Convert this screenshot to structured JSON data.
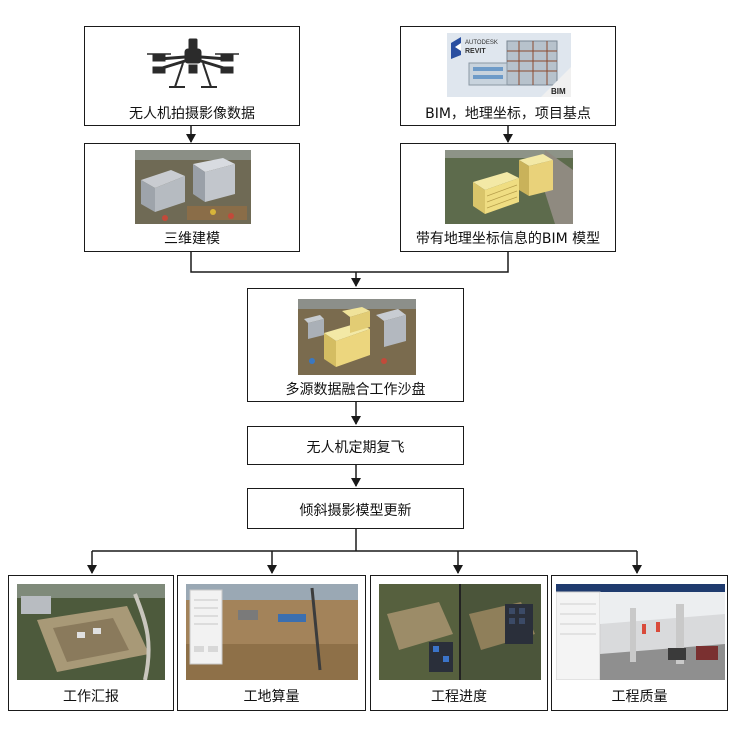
{
  "nodes": {
    "drone_capture": {
      "label": "无人机拍摄影像数据"
    },
    "bim_input": {
      "label": "BIM，地理坐标，项目基点",
      "logo_text": [
        "AUTODESK",
        "REVIT",
        "BIM"
      ]
    },
    "three_d_model": {
      "label": "三维建模"
    },
    "geo_bim_model": {
      "label": "带有地理坐标信息的BIM 模型"
    },
    "sandbox": {
      "label": "多源数据融合工作沙盘"
    },
    "reflight": {
      "label": "无人机定期复飞"
    },
    "model_update": {
      "label": "倾斜摄影模型更新"
    },
    "work_report": {
      "label": "工作汇报"
    },
    "site_quantity": {
      "label": "工地算量"
    },
    "progress": {
      "label": "工程进度"
    },
    "quality": {
      "label": "工程质量"
    }
  },
  "colors": {
    "line": "#1a1a1a",
    "text": "#111111",
    "sky": "#c9d6e3",
    "ground": "#8a7a5c",
    "building": "#e8d27a"
  }
}
